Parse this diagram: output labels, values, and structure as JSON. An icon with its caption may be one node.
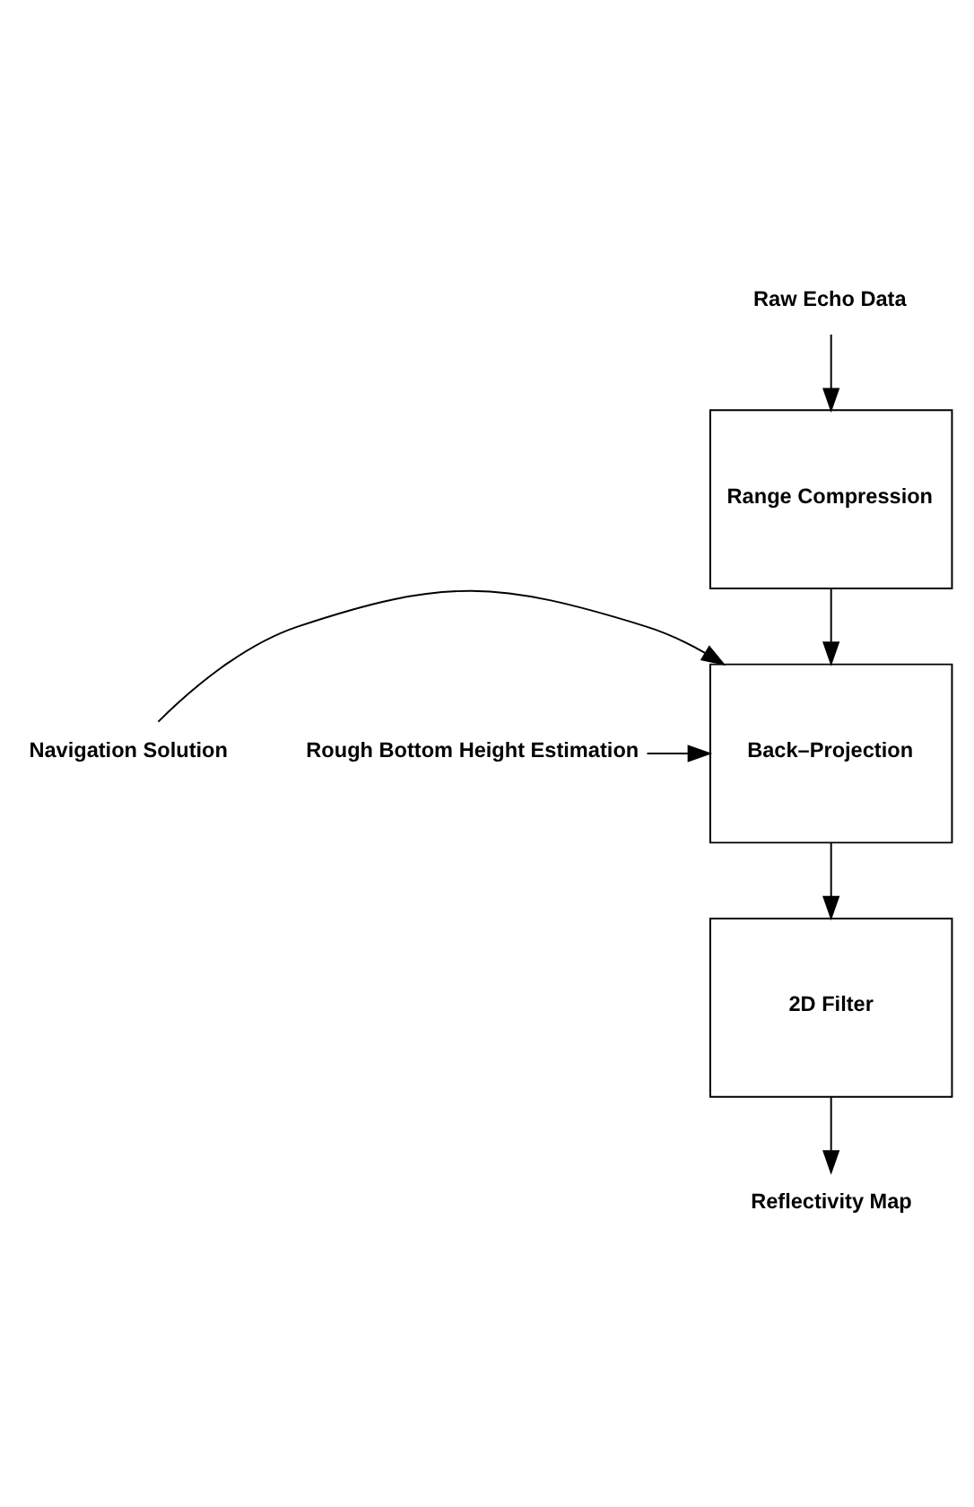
{
  "diagram": {
    "nodes": [
      {
        "text": [
          "Raw Echo Data"
        ]
      },
      {
        "text": [
          "Range Compression"
        ]
      },
      {
        "text": [
          "Back–Projection"
        ]
      },
      {
        "text": [
          "Navigation Solution"
        ]
      },
      {
        "text": [
          "Rough Bottom Height Estimation"
        ]
      },
      {
        "text": [
          "2D Filter"
        ]
      },
      {
        "text": [
          "Reflectivity Map"
        ]
      }
    ],
    "edges": [
      {
        "from": 0,
        "to": 1,
        "arrow": "to"
      },
      {
        "from": 1,
        "to": 2,
        "arrow": "to"
      },
      {
        "from": 3,
        "to": 2,
        "arrow": "to"
      },
      {
        "from": 4,
        "to": 2,
        "arrow": "to"
      },
      {
        "from": 2,
        "to": 5,
        "arrow": "to"
      },
      {
        "from": 5,
        "to": 6,
        "arrow": "to"
      }
    ]
  }
}
